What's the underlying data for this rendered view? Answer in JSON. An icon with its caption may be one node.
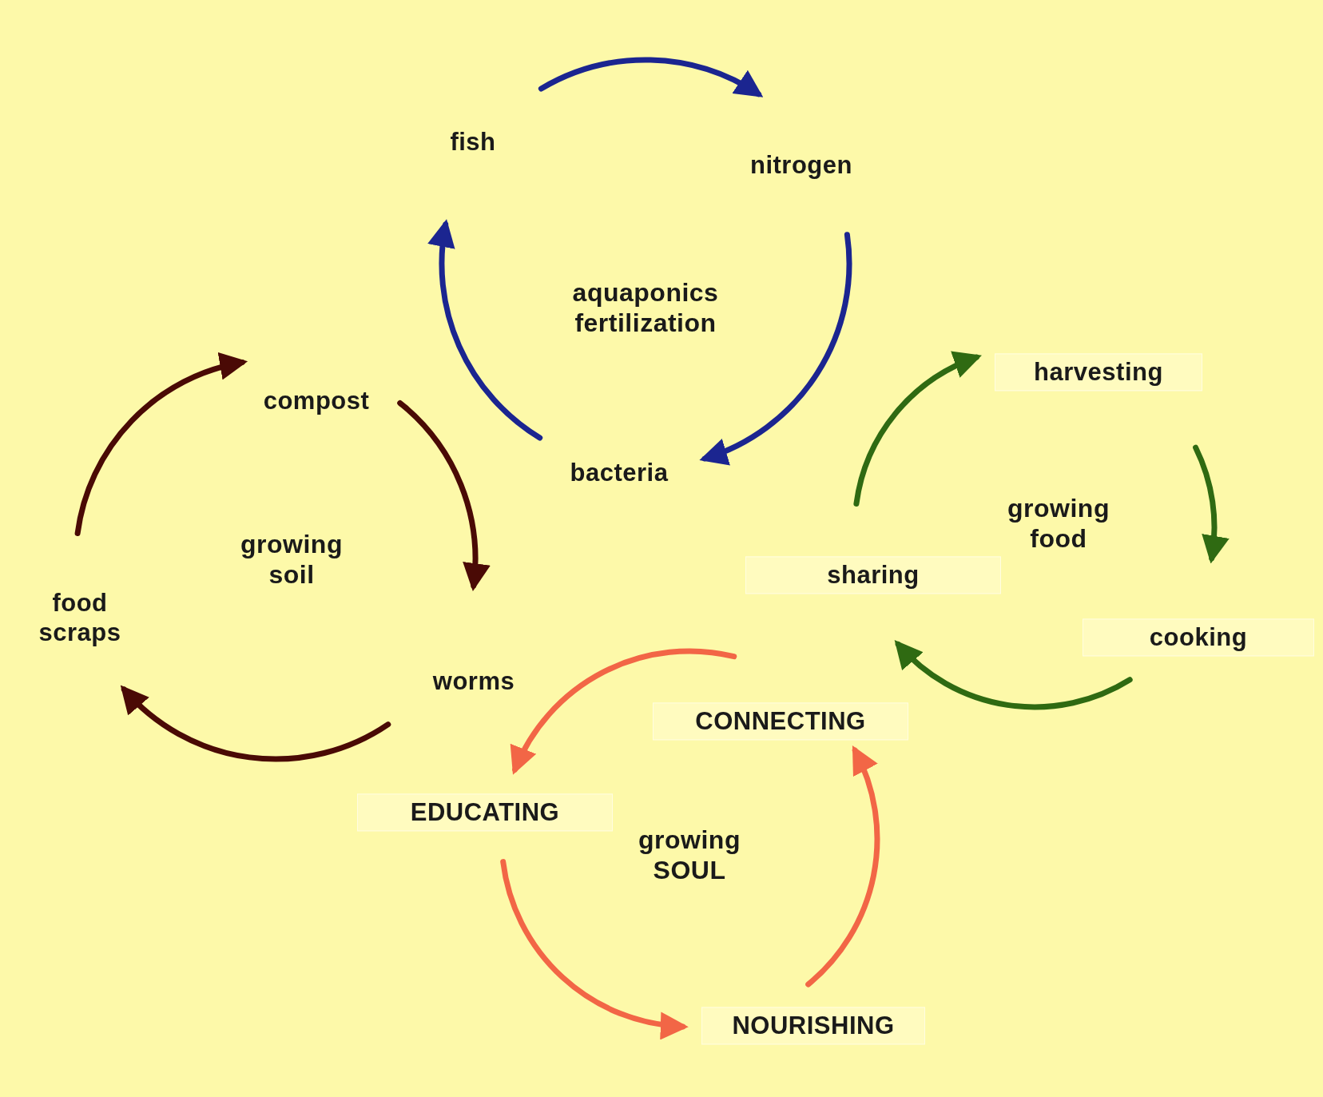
{
  "diagram": {
    "nodes": [
      {
        "text": [
          "aquaponics fertilization"
        ]
      },
      {
        "text": [
          "fish"
        ]
      },
      {
        "text": [
          "nitrogen"
        ]
      },
      {
        "text": [
          "bacteria"
        ]
      },
      {
        "text": [
          "growing soil"
        ]
      },
      {
        "text": [
          "compost"
        ]
      },
      {
        "text": [
          "worms"
        ]
      },
      {
        "text": [
          "food scraps"
        ]
      },
      {
        "text": [
          "growing food"
        ]
      },
      {
        "text": [
          "harvesting"
        ]
      },
      {
        "text": [
          "cooking"
        ]
      },
      {
        "text": [
          "sharing"
        ]
      },
      {
        "text": [
          "growing SOUL"
        ]
      },
      {
        "text": [
          "CONNECTING"
        ]
      },
      {
        "text": [
          "EDUCATING"
        ]
      },
      {
        "text": [
          "NOURISHING"
        ]
      }
    ],
    "edges": [
      {
        "from": 1,
        "to": 2,
        "arrow": "to",
        "color": "#1b2590"
      },
      {
        "from": 2,
        "to": 3,
        "arrow": "to",
        "color": "#1b2590"
      },
      {
        "from": 3,
        "to": 1,
        "arrow": "to",
        "color": "#1b2590"
      },
      {
        "from": 5,
        "to": 6,
        "arrow": "to",
        "color": "#4a0a05"
      },
      {
        "from": 6,
        "to": 7,
        "arrow": "to",
        "color": "#4a0a05"
      },
      {
        "from": 7,
        "to": 5,
        "arrow": "to",
        "color": "#4a0a05"
      },
      {
        "from": 9,
        "to": 10,
        "arrow": "to",
        "color": "#2f6a12"
      },
      {
        "from": 10,
        "to": 11,
        "arrow": "to",
        "color": "#2f6a12"
      },
      {
        "from": 11,
        "to": 9,
        "arrow": "to",
        "color": "#2f6a12"
      },
      {
        "from": 15,
        "to": 13,
        "arrow": "to",
        "color": "#f26646"
      },
      {
        "from": 13,
        "to": 14,
        "arrow": "to",
        "color": "#f26646"
      },
      {
        "from": 14,
        "to": 15,
        "arrow": "to",
        "color": "#f26646"
      }
    ]
  }
}
